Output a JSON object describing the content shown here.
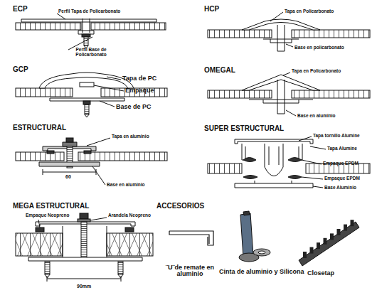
{
  "diagram": {
    "labels": [
      "ECP",
      "Perfil Tapa de Policarbonato",
      "Perfil Base de Policarbonato",
      "HCP",
      "Tapa en Policarbonato",
      "Base en policarbonato",
      "GCP",
      "Tapa de PC",
      "Empaque",
      "Base de PC",
      "OMEGAL",
      "Tapa en Policarbonato",
      "Base en aluminio",
      "ESTRUCTURAL",
      "Tapa en aluminio",
      "60",
      "Base en aluminio",
      "SUPER ESTRUCTURAL",
      "Tapa tornillo Alumine",
      "Tapa Alumine",
      "Empaque EPDM",
      "Empaque EPDM",
      "Base Aluminio",
      "MEGA ESTRUCTURAL",
      "Empaque Neopreno",
      "Arandela Neopreno",
      "90mm",
      "ACCESORIOS",
      "¨U¨de remate en aluminio",
      "Cinta de aluminio y Silicona",
      "Closetap"
    ]
  }
}
